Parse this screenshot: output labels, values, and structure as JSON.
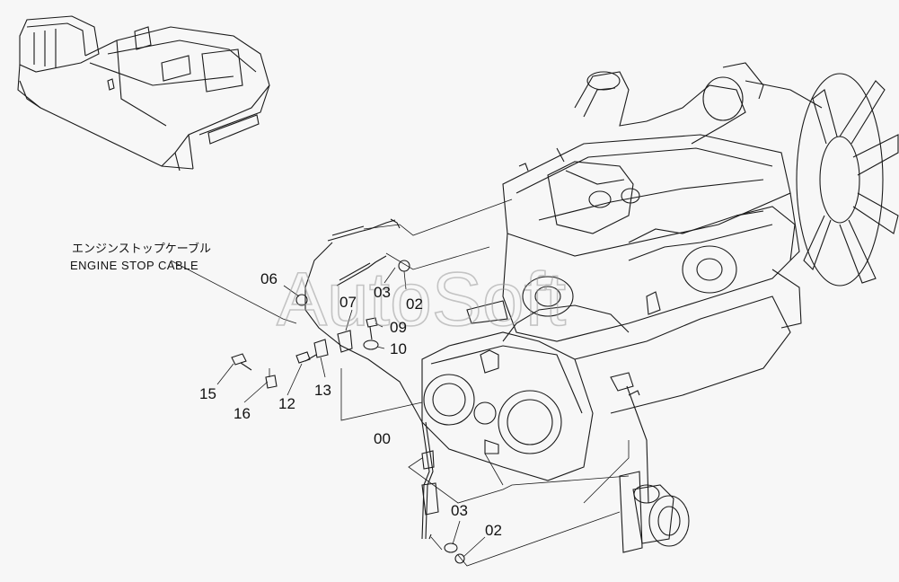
{
  "caption": {
    "japanese": "エンジンストップケーブル",
    "english": "ENGINE STOP CABLE"
  },
  "watermark": "AutoSoft",
  "callouts": [
    {
      "id": "c06a",
      "text": "06"
    },
    {
      "id": "c03a",
      "text": "03"
    },
    {
      "id": "c02a",
      "text": "02"
    },
    {
      "id": "c07",
      "text": "07"
    },
    {
      "id": "c09",
      "text": "09"
    },
    {
      "id": "c10",
      "text": "10"
    },
    {
      "id": "c15",
      "text": "15"
    },
    {
      "id": "c16",
      "text": "16"
    },
    {
      "id": "c12",
      "text": "12"
    },
    {
      "id": "c13",
      "text": "13"
    },
    {
      "id": "c00",
      "text": "00"
    },
    {
      "id": "c03b",
      "text": "03"
    },
    {
      "id": "c02b",
      "text": "02"
    }
  ]
}
